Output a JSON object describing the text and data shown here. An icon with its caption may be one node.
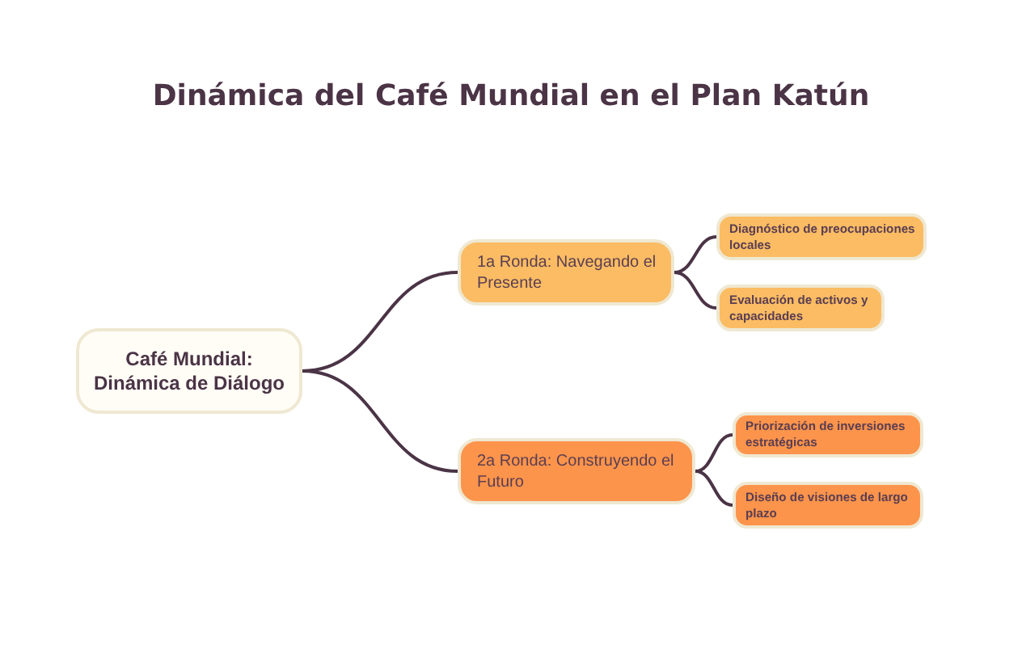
{
  "diagram": {
    "title": "Dinámica del Café Mundial en el Plan Katún",
    "nodes": [
      {
        "text": [
          "Café Mundial: Dinámica de Diálogo"
        ]
      },
      {
        "text": [
          "1a Ronda: Navegando el Presente"
        ]
      },
      {
        "text": [
          "Diagnóstico de preocupaciones locales"
        ]
      },
      {
        "text": [
          "Evaluación de activos y capacidades"
        ]
      },
      {
        "text": [
          "2a Ronda: Construyendo el Futuro"
        ]
      },
      {
        "text": [
          "Priorización de inversiones estratégicas"
        ]
      },
      {
        "text": [
          "Diseño de visiones de largo plazo"
        ]
      }
    ],
    "edges": [
      {
        "from": 0,
        "to": 1,
        "arrow": "none"
      },
      {
        "from": 0,
        "to": 4,
        "arrow": "none"
      },
      {
        "from": 1,
        "to": 2,
        "arrow": "none"
      },
      {
        "from": 1,
        "to": 3,
        "arrow": "none"
      },
      {
        "from": 4,
        "to": 5,
        "arrow": "none"
      },
      {
        "from": 4,
        "to": 6,
        "arrow": "none"
      }
    ]
  }
}
